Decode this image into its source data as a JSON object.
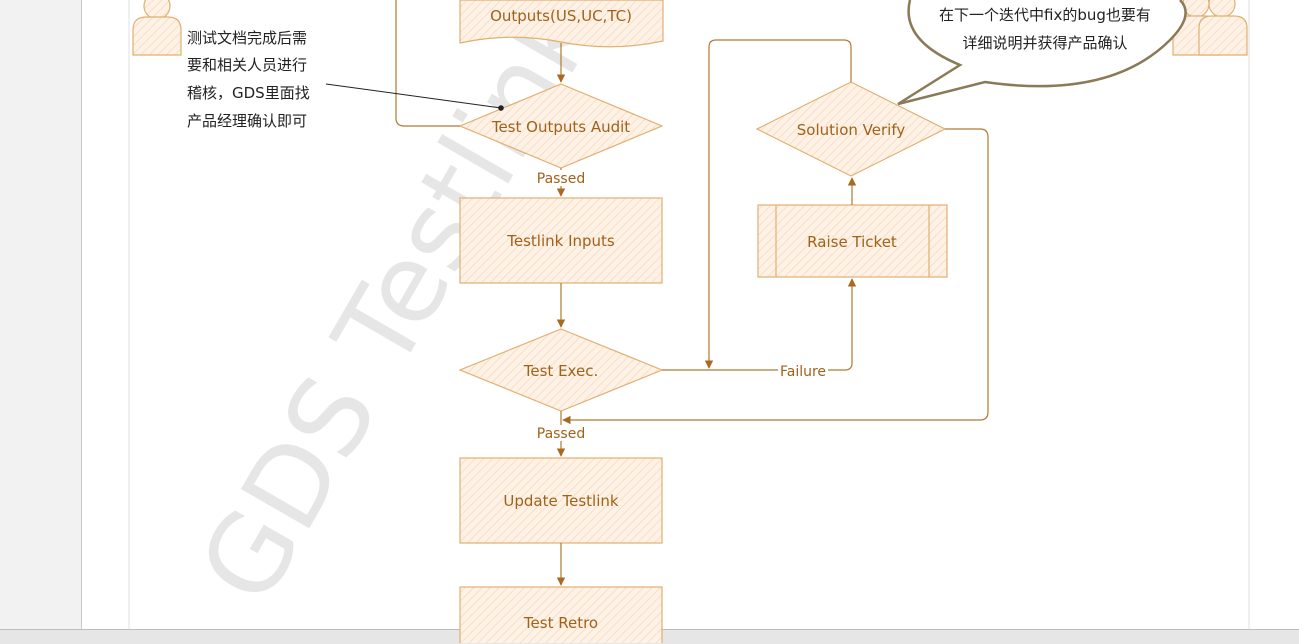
{
  "watermark": "GDS Testlink W",
  "nodes": {
    "outputs": "Outputs(US,UC,TC)",
    "test_outputs_audit": "Test Outputs Audit",
    "testlink_inputs": "Testlink Inputs",
    "test_exec": "Test Exec.",
    "update_testlink": "Update Testlink",
    "test_retro": "Test Retro",
    "solution_verify": "Solution Verify",
    "raise_ticket": "Raise Ticket"
  },
  "edge_labels": {
    "audit_passed": "Passed",
    "exec_passed": "Passed",
    "failure": "Failure"
  },
  "left_note": {
    "lines": [
      "测试文档完成后需",
      "要和相关人员进行",
      "稽核，GDS里面找",
      "产品经理确认即可"
    ]
  },
  "callout": {
    "lines": [
      "在下一个迭代中fix的bug也要有",
      "详细说明并获得产品确认"
    ]
  },
  "colors": {
    "fill": "#fde9d9",
    "stroke": "#e0b070",
    "arrow": "#b07a30",
    "text": "#a0621a"
  }
}
